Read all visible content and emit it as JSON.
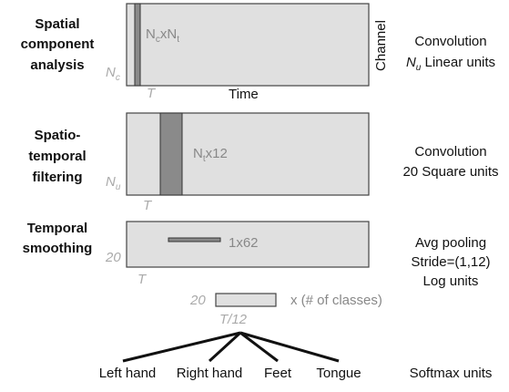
{
  "stages": [
    {
      "title_lines": [
        "Spatial",
        "component",
        "analysis"
      ],
      "rows_label_main": "N",
      "rows_label_sub": "c",
      "time_label": "T",
      "kernel_label": "N",
      "kernel_label_sub1": "c",
      "kernel_label_mid": "xN",
      "kernel_label_sub2": "t",
      "axis_x": "Time",
      "axis_y": "Channel",
      "desc_line1": "Convolution",
      "desc_line2_main": "N",
      "desc_line2_sub": "u",
      "desc_line2_rest": " Linear units"
    },
    {
      "title_lines": [
        "Spatio-",
        "temporal",
        "filtering"
      ],
      "rows_label_main": "N",
      "rows_label_sub": "u",
      "time_label": "T",
      "kernel_label": "N",
      "kernel_label_sub1": "t",
      "kernel_label_mid": "x12",
      "desc_line1": "Convolution",
      "desc_line2": "20 Square units"
    },
    {
      "title_lines": [
        "Temporal",
        "smoothing"
      ],
      "rows_label": "20",
      "time_label": "T",
      "kernel_label": "1x62",
      "desc_lines": [
        "Avg pooling",
        "Stride=(1,12)",
        "Log units"
      ]
    }
  ],
  "output": {
    "rows_label": "20",
    "time_label": "T/12",
    "size_label": "x (# of classes)",
    "classes": [
      "Left hand",
      "Right hand",
      "Feet",
      "Tongue"
    ],
    "units_label": "Softmax units"
  }
}
